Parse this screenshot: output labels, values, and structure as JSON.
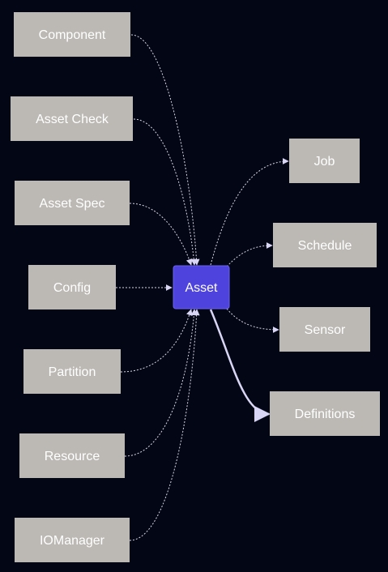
{
  "diagram": {
    "center": {
      "id": "asset",
      "label": "Asset"
    },
    "inputs": [
      {
        "id": "component",
        "label": "Component"
      },
      {
        "id": "asset-check",
        "label": "Asset Check"
      },
      {
        "id": "asset-spec",
        "label": "Asset Spec"
      },
      {
        "id": "config",
        "label": "Config"
      },
      {
        "id": "partition",
        "label": "Partition"
      },
      {
        "id": "resource",
        "label": "Resource"
      },
      {
        "id": "iomanager",
        "label": "IOManager"
      }
    ],
    "outputs": [
      {
        "id": "job",
        "label": "Job",
        "style": "dotted"
      },
      {
        "id": "schedule",
        "label": "Schedule",
        "style": "dotted"
      },
      {
        "id": "sensor",
        "label": "Sensor",
        "style": "dotted"
      },
      {
        "id": "definitions",
        "label": "Definitions",
        "style": "solid"
      }
    ],
    "colors": {
      "background": "#030614",
      "node_fill": "#bcb8b4",
      "center_fill": "#4e43dd",
      "edge": "#d8d6e8",
      "text": "#ffffff"
    }
  }
}
